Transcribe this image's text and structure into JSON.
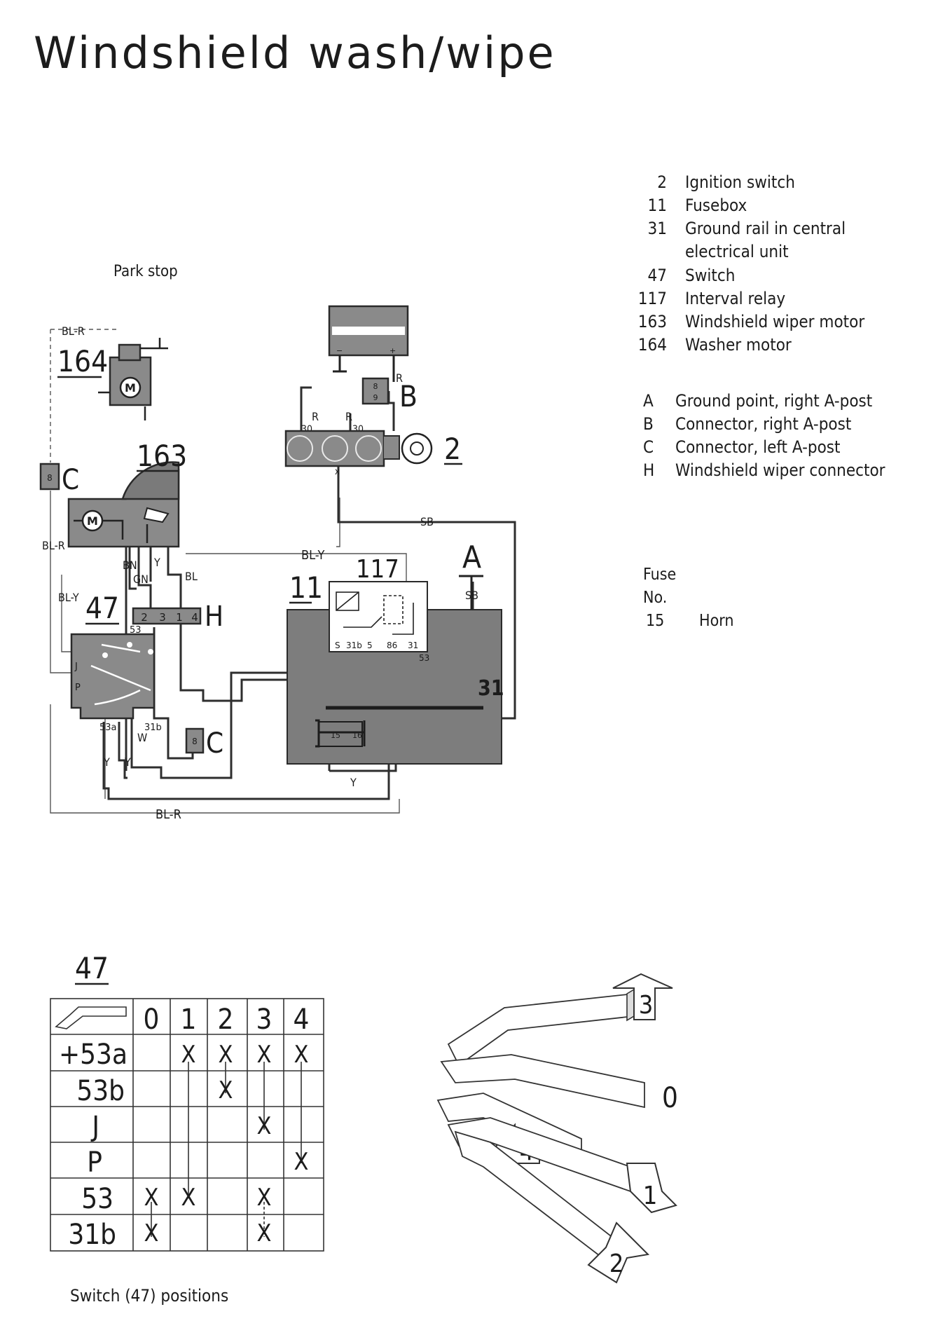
{
  "title": "Windshield wash/wipe",
  "park_stop": "Park stop",
  "legend_components": [
    {
      "num": "2",
      "label": "Ignition switch"
    },
    {
      "num": "11",
      "label": "Fusebox"
    },
    {
      "num": "31",
      "label": "Ground rail in central"
    },
    {
      "num": "",
      "label": "electrical unit"
    },
    {
      "num": "47",
      "label": "Switch"
    },
    {
      "num": "117",
      "label": "Interval relay"
    },
    {
      "num": "163",
      "label": "Windshield wiper motor"
    },
    {
      "num": "164",
      "label": "Washer motor"
    }
  ],
  "legend_connectors": [
    {
      "letter": "A",
      "label": "Ground point, right A-post"
    },
    {
      "letter": "B",
      "label": "Connector, right A-post"
    },
    {
      "letter": "C",
      "label": "Connector, left A-post"
    },
    {
      "letter": "H",
      "label": "Windshield wiper connector"
    }
  ],
  "fuse": {
    "heading": "Fuse",
    "no_label": "No.",
    "rows": [
      {
        "num": "15",
        "label": "Horn"
      }
    ]
  },
  "diagram": {
    "components": {
      "c164": "164",
      "c163": "163",
      "c47": "47",
      "c11": "11",
      "c117": "117",
      "c2": "2",
      "cA": "A",
      "cB": "B",
      "cC1": "C",
      "cC2": "C",
      "cH": "H",
      "c31": "31"
    },
    "wire_labels": {
      "bl_r_top": "BL-R",
      "bl_r_left": "BL-R",
      "bl_r_bottom": "BL-R",
      "bl_y_left": "BL-Y",
      "bl_y_top": "BL-Y",
      "sb_top": "SB",
      "sb_a": "SB",
      "bn": "BN",
      "gn": "GN",
      "y_163": "Y",
      "bl_163": "BL",
      "r1": "R",
      "r2": "R",
      "r3": "R",
      "y_bottom": "Y",
      "y1": "Y",
      "y2": "Y",
      "w": "W",
      "t30a": "30",
      "t30b": "30",
      "x": "x"
    },
    "switch_terminals": {
      "t53": "53",
      "t53a": "53a",
      "t31b": "31b",
      "tJ": "J",
      "tP": "P"
    },
    "connector_h_pins": [
      "2",
      "3",
      "1",
      "4"
    ],
    "relay_pins": [
      "S",
      "31b",
      "5",
      "86",
      "31",
      "53"
    ],
    "fuse_pins": [
      "15",
      "16"
    ]
  },
  "switch_table": {
    "title": "47",
    "columns": [
      "0",
      "1",
      "2",
      "3",
      "4"
    ],
    "rows": [
      {
        "label": "+53a",
        "marks": [
          "",
          "X",
          "X",
          "X",
          "X"
        ]
      },
      {
        "label": "53b",
        "marks": [
          "",
          "",
          "X",
          "",
          ""
        ]
      },
      {
        "label": "J",
        "marks": [
          "",
          "",
          "",
          "X",
          ""
        ]
      },
      {
        "label": "P",
        "marks": [
          "",
          "",
          "",
          "",
          "X"
        ]
      },
      {
        "label": "53",
        "marks": [
          "X",
          "X",
          "",
          "X",
          ""
        ]
      },
      {
        "label": "31b",
        "marks": [
          "X",
          "",
          "",
          "X",
          ""
        ]
      }
    ],
    "caption": "Switch (47) positions"
  },
  "lever_positions": [
    "3",
    "0",
    "4",
    "1",
    "2"
  ]
}
